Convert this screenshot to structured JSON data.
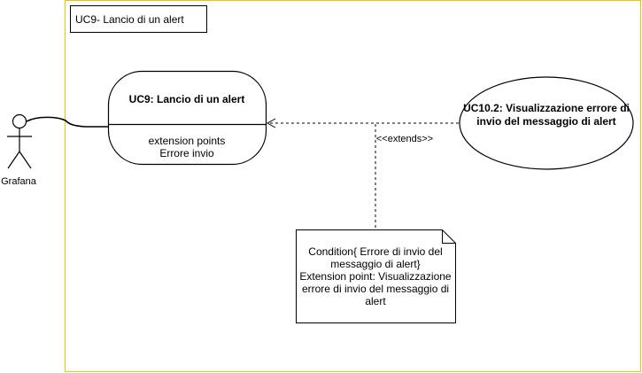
{
  "system": {
    "title": "UC9- Lancio di un alert"
  },
  "actor": {
    "name": "Grafana"
  },
  "use_case_main": {
    "title": "UC9: Lancio di un alert",
    "extension_heading": "extension points",
    "extension_point": "Errore invio"
  },
  "use_case_extension": {
    "line1": "UC10.2: Visualizzazione errore di",
    "line2": "invio del messaggio di alert"
  },
  "relation": {
    "label": "<<extends>>"
  },
  "note": {
    "line1": "Condition{ Errore di invio del",
    "line2": "messaggio di alert}",
    "line3": "Extension point: Visualizzazione",
    "line4": "errore di invio del messaggio di",
    "line5": "alert"
  },
  "colors": {
    "boundary": "#E6C800",
    "stroke": "#000000",
    "background": "#FFFFFF"
  }
}
